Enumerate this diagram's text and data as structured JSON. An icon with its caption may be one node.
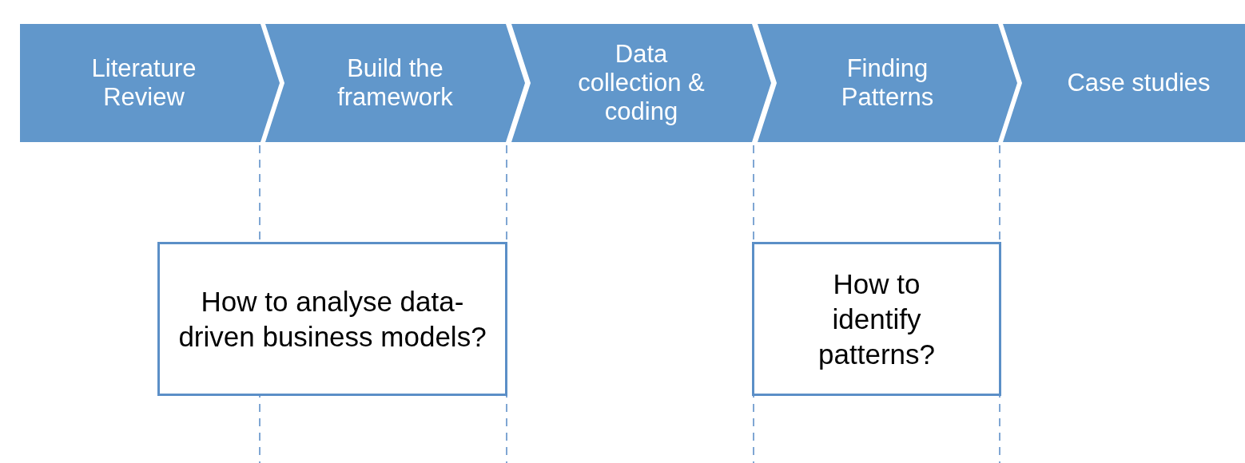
{
  "diagram": {
    "nodes": [
      {
        "text": [
          "Literature Review"
        ]
      },
      {
        "text": [
          "Build the framework"
        ]
      },
      {
        "text": [
          "Data collection & coding"
        ]
      },
      {
        "text": [
          "Finding Patterns"
        ]
      },
      {
        "text": [
          "Case studies"
        ]
      },
      {
        "text": [
          "How to analyse data-driven business models?"
        ]
      },
      {
        "text": [
          "How to identify patterns?"
        ]
      }
    ],
    "edges": []
  }
}
